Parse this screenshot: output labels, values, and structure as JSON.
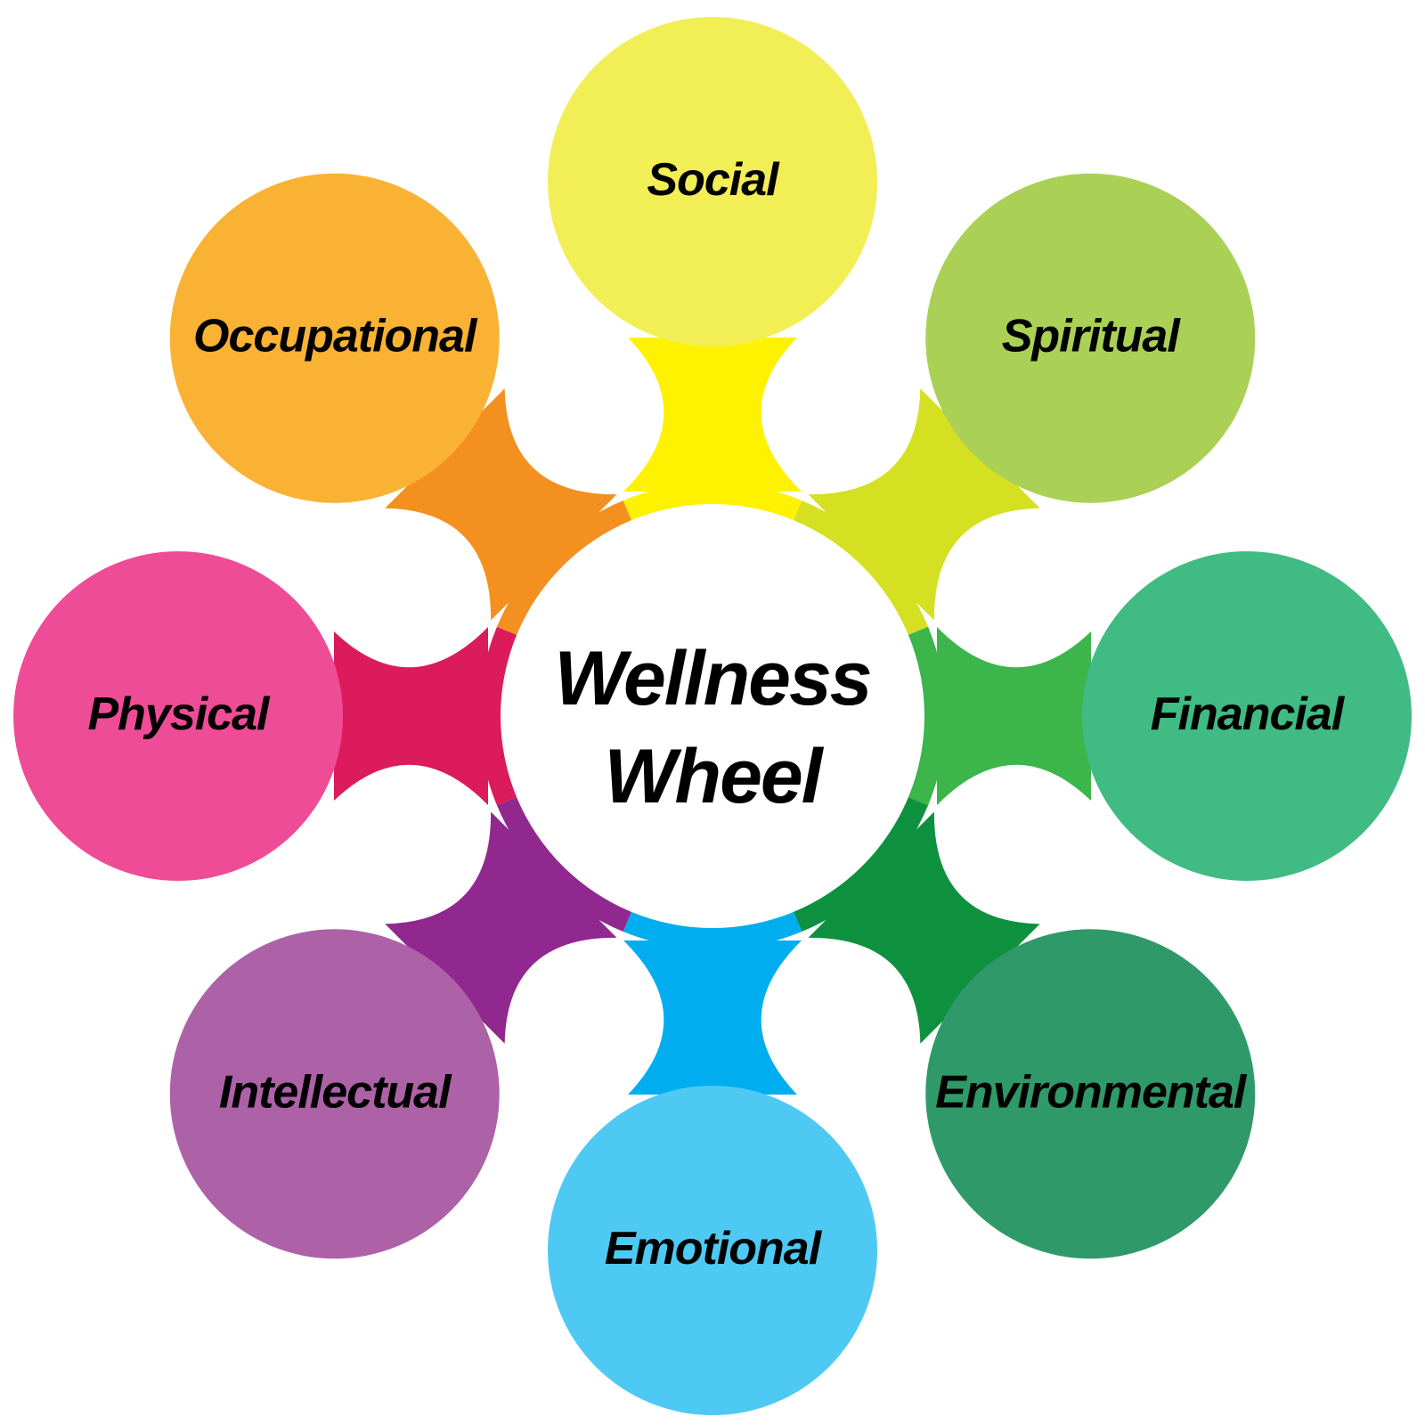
{
  "center": {
    "line1": "Wellness",
    "line2": "Wheel"
  },
  "nodes": [
    {
      "label": "Social",
      "fill": "#f2ee55",
      "connector": "#fff200"
    },
    {
      "label": "Spiritual",
      "fill": "#aad156",
      "connector": "#d4e021"
    },
    {
      "label": "Financial",
      "fill": "#3fbb83",
      "connector": "#3cb54a"
    },
    {
      "label": "Environmental",
      "fill": "#30996a",
      "connector": "#0e913e"
    },
    {
      "label": "Emotional",
      "fill": "#4ec9f3",
      "connector": "#00aeef"
    },
    {
      "label": "Intellectual",
      "fill": "#ad62a7",
      "connector": "#91288f"
    },
    {
      "label": "Physical",
      "fill": "#ee4c97",
      "connector": "#db1b5c"
    },
    {
      "label": "Occupational",
      "fill": "#f9b233",
      "connector": "#f39020"
    }
  ]
}
